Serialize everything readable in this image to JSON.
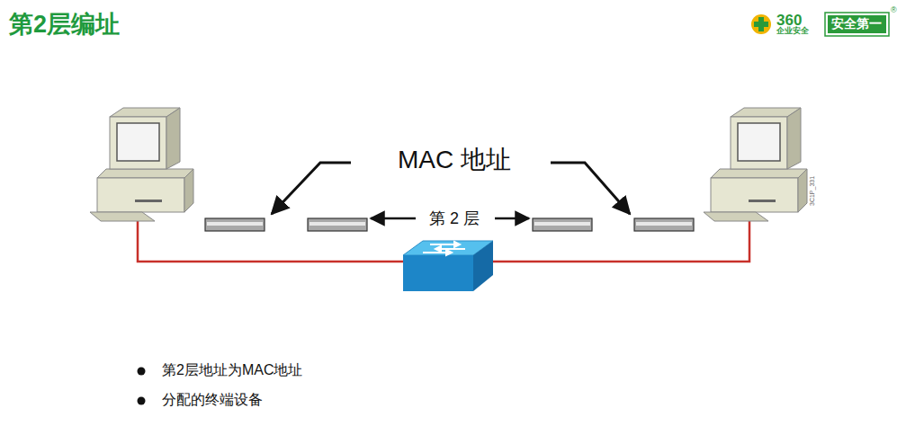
{
  "diagram": {
    "title": "第2层编址",
    "labels": [
      "MAC 地址",
      "第 2 层",
      "第2层地址为MAC地址",
      "分配的终端设备",
      "3C1P_331",
      "360",
      "企业安全",
      "安全第一",
      "®"
    ]
  }
}
